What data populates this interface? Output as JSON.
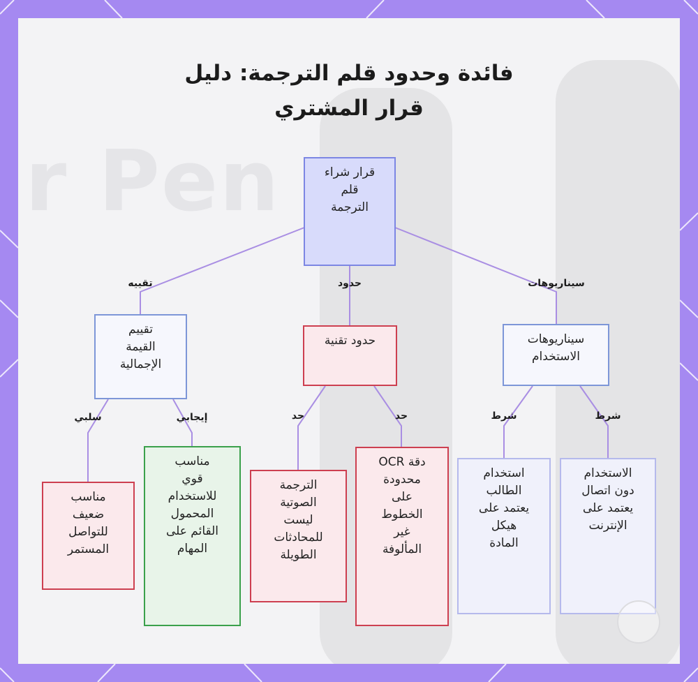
{
  "title": "فائدة وحدود قلم الترجمة: دليل\nقرار المشتري",
  "background_watermark": "r Pen",
  "colors": {
    "frame": "#a589f1",
    "edge": "#a98ee3",
    "root_fill": "#d8dbfb",
    "limit_border": "#cd3f50",
    "positive_border": "#3aa04b"
  },
  "nodes": {
    "root": "قرار شراء\nقلم\nالترجمة",
    "evaluation": "تقييم\nالقيمة\nالإجمالية",
    "limits": "حدود تقنية",
    "scenarios": "سيناريوهات\nالاستخدام",
    "weak": "مناسب\nضعيف\nللتواصل\nالمستمر",
    "strong": "مناسب\nقوي\nللاستخدام\nالمحمول\nالقائم على\nالمهام",
    "voice": "الترجمة\nالصوتية\nليست\nللمحادثات\nالطويلة",
    "ocr": "دقة OCR\nمحدودة\nعلى\nالخطوط\nغير\nالمألوفة",
    "student": "استخدام\nالطالب\nيعتمد على\nهيكل\nالمادة",
    "offline": "الاستخدام\nدون اتصال\nيعتمد على\nالإنترنت"
  },
  "edge_labels": {
    "root_evaluation": "تقييه",
    "root_limits": "حدود",
    "root_scenarios": "سيناريوهات",
    "eval_negative": "سلبي",
    "eval_positive": "إيجابي",
    "limit_a": "حد",
    "limit_b": "حد",
    "condition_a": "شرط",
    "condition_b": "شرط"
  }
}
